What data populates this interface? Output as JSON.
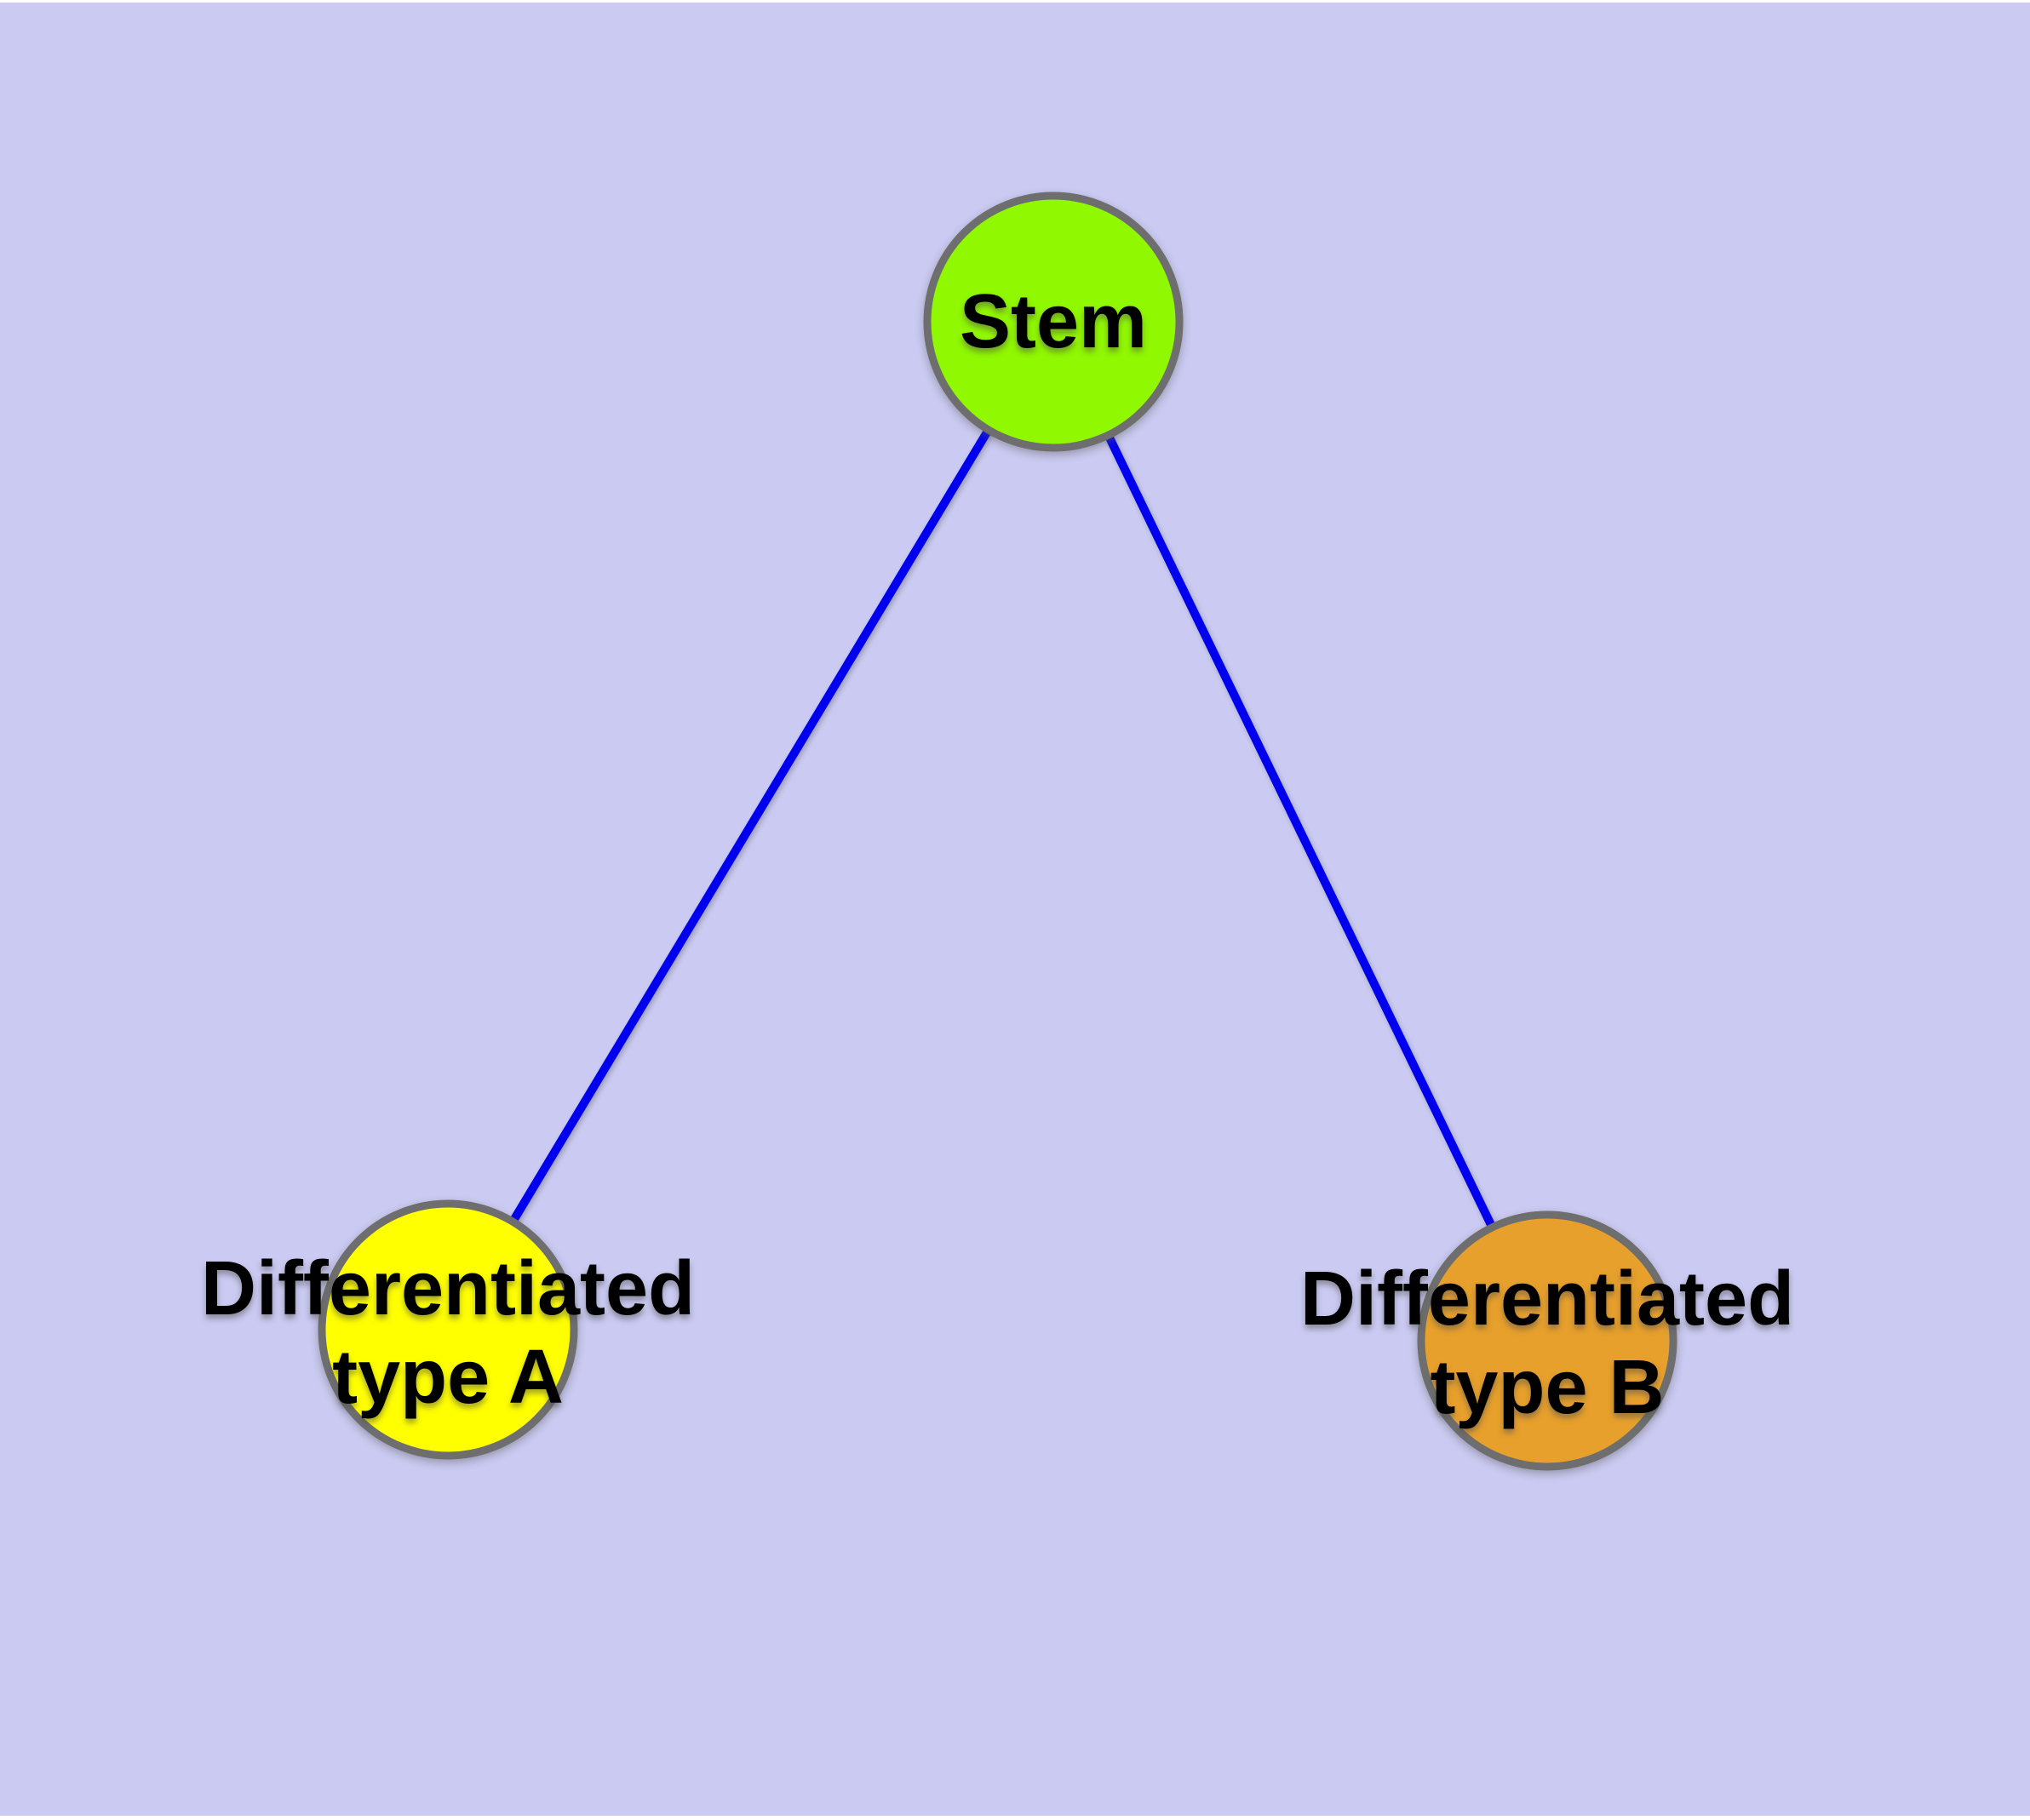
{
  "diagram": {
    "background_color": "#CACAF2",
    "text_color": "#000000",
    "node_border_color": "#6E6E6E",
    "edge_color": "#0000EE",
    "nodes": [
      {
        "id": "stem",
        "label": "Stem",
        "label_lines": [
          "Stem"
        ],
        "fill": "#90F800",
        "border_color": "#6E6E6E"
      },
      {
        "id": "differentiated-type-a",
        "label": "Differentiated type A",
        "label_lines": [
          "Differentiated",
          "type A"
        ],
        "fill": "#FFFF00",
        "border_color": "#6E6E6E"
      },
      {
        "id": "differentiated-type-b",
        "label": "Differentiated type B",
        "label_lines": [
          "Differentiated",
          "type B"
        ],
        "fill": "#E8A02C",
        "border_color": "#6E6E6E"
      }
    ],
    "edges": [
      {
        "from": "stem",
        "to": "differentiated-type-a",
        "color": "#0000EE"
      },
      {
        "from": "stem",
        "to": "differentiated-type-b",
        "color": "#0000EE"
      }
    ]
  }
}
